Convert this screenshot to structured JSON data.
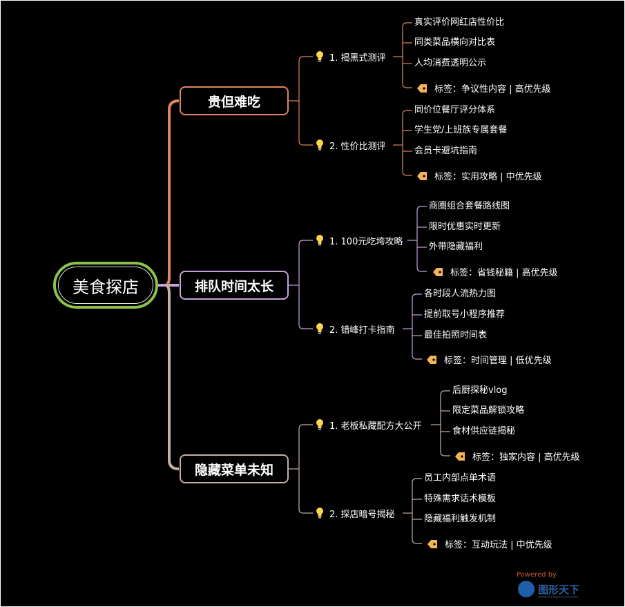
{
  "root": {
    "label": "美食探店"
  },
  "colors": {
    "root_border": "#8bc34a",
    "branch1": "#e08660",
    "branch2": "#c8a2dd",
    "branch3": "#c6b0a6",
    "bulb": "#ffd54f",
    "tag": "#f3b25c"
  },
  "branches": [
    {
      "label": "贵但难吃",
      "subs": [
        {
          "label": "1.  揭黑式测评",
          "leaves": [
            "真实评价网红店性价比",
            "同类菜品横向对比表",
            "人均消费透明公示"
          ],
          "tag": "标签：争议性内容 | 高优先级"
        },
        {
          "label": "2.  性价比测评",
          "leaves": [
            "同价位餐厅评分体系",
            "学生党/上班族专属套餐",
            "会员卡避坑指南"
          ],
          "tag": "标签：实用攻略 | 中优先级"
        }
      ]
    },
    {
      "label": "排队时间太长",
      "subs": [
        {
          "label": "1.  100元吃垮攻略",
          "leaves": [
            "商圈组合套餐路线图",
            "限时优惠实时更新",
            "外带隐藏福利"
          ],
          "tag": "标签：省钱秘籍 | 高优先级"
        },
        {
          "label": "2.  错峰打卡指南",
          "leaves": [
            "各时段人流热力图",
            "提前取号小程序推荐",
            "最佳拍照时间表"
          ],
          "tag": "标签：时间管理 |  低优先级"
        }
      ]
    },
    {
      "label": "隐藏菜单未知",
      "subs": [
        {
          "label": "1.  老板私藏配方大公开",
          "leaves": [
            "后厨探秘vlog",
            "限定菜品解锁攻略",
            "食材供应链揭秘"
          ],
          "tag": "标签：独家内容 |  高优先级"
        },
        {
          "label": "2.  探店暗号揭秘",
          "leaves": [
            "员工内部点单术语",
            "特殊需求话术模板",
            "隐藏福利触发机制"
          ],
          "tag": "标签：互动玩法 | 中优先级"
        }
      ]
    }
  ],
  "brand": {
    "powered": "Powered by",
    "name": "图形天下",
    "sub": "www.tuxingtianxia.com"
  }
}
